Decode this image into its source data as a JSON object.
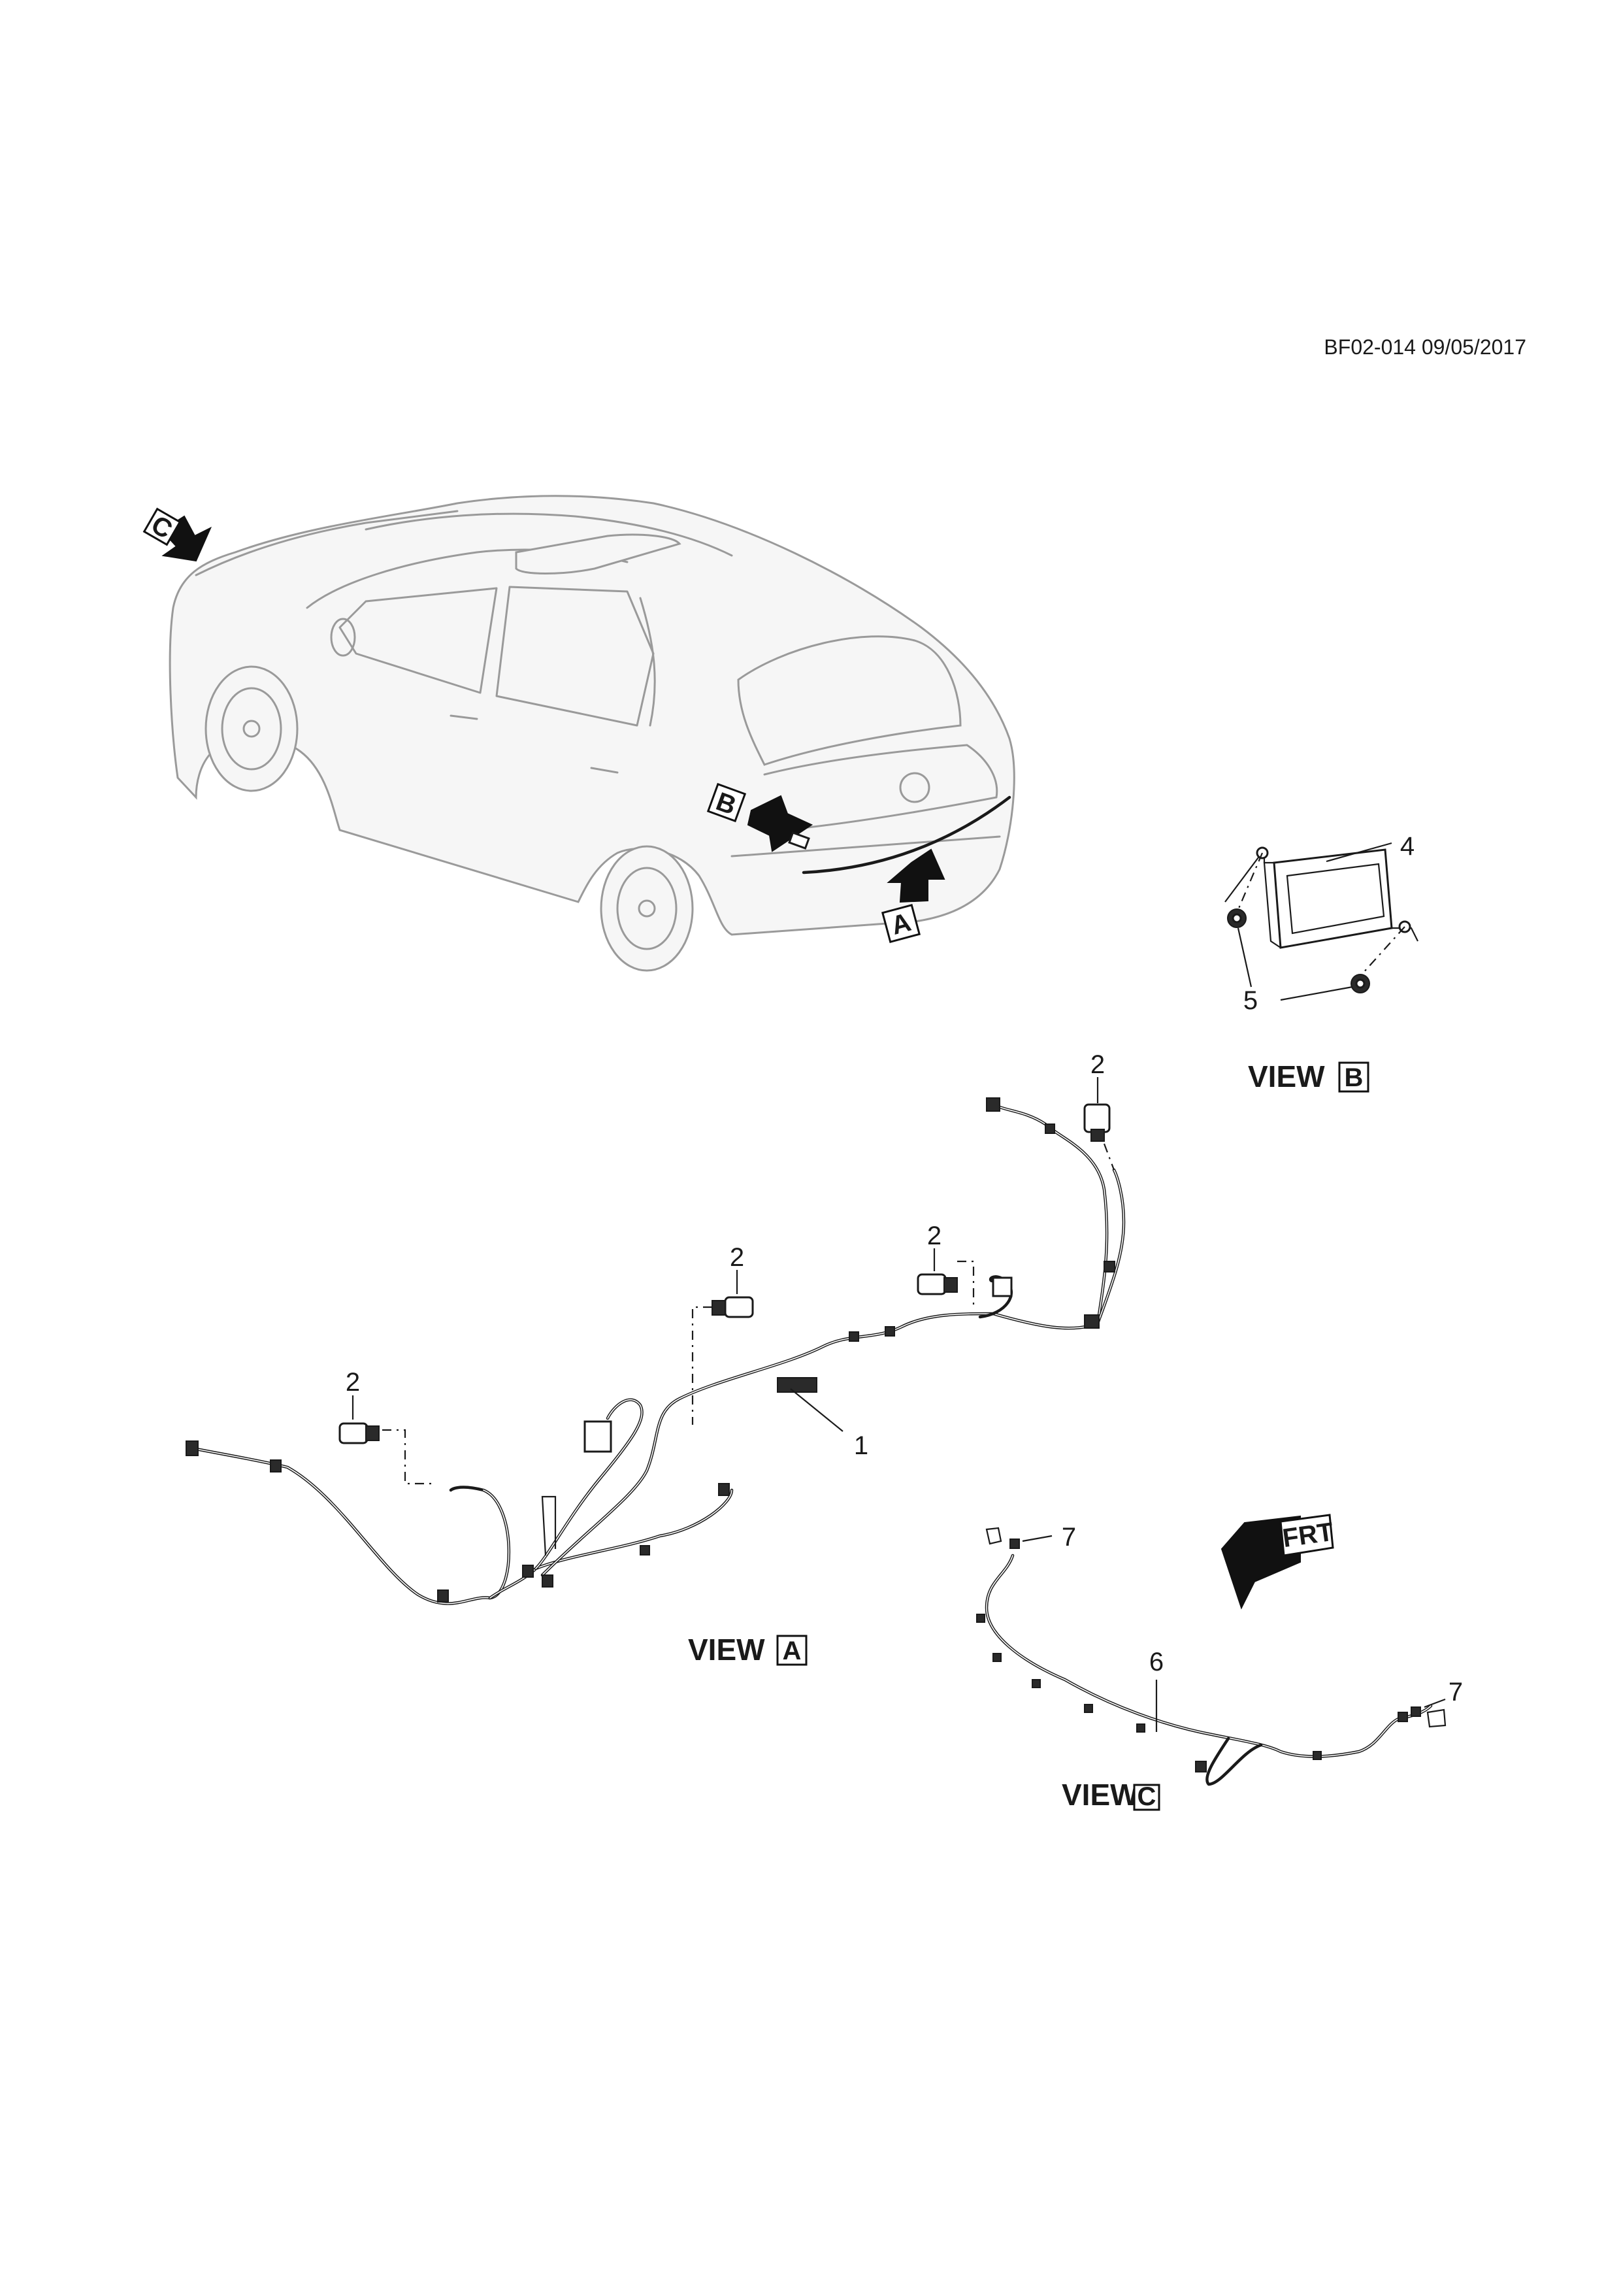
{
  "header": {
    "doc_ref": "BF02-014 09/05/2017"
  },
  "callouts": {
    "c1": "1",
    "c2a": "2",
    "c2b": "2",
    "c2c": "2",
    "c2d": "2",
    "c4": "4",
    "c5": "5",
    "c6": "6",
    "c7a": "7",
    "c7b": "7"
  },
  "views": {
    "a": {
      "label": "VIEW",
      "letter": "A"
    },
    "b": {
      "label": "VIEW",
      "letter": "B"
    },
    "c": {
      "label": "VIEW",
      "letter": "C"
    }
  },
  "car_markers": {
    "a": "A",
    "b": "B",
    "c": "C"
  },
  "front_marker": "FRT"
}
